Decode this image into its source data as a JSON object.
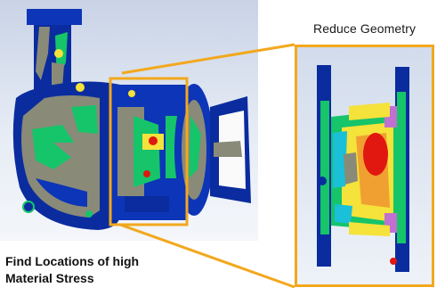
{
  "title": "Reduce Geometry",
  "note_lines": [
    "Find Locations of high",
    "Material Stress"
  ],
  "colors": {
    "highlight": "#f2a81d",
    "stress_low": "#0a2c9e",
    "stress_mid": "#16c46a",
    "stress_high": "#ffe020",
    "stress_peak": "#e01810",
    "surface_grey": "#8a8a78"
  }
}
